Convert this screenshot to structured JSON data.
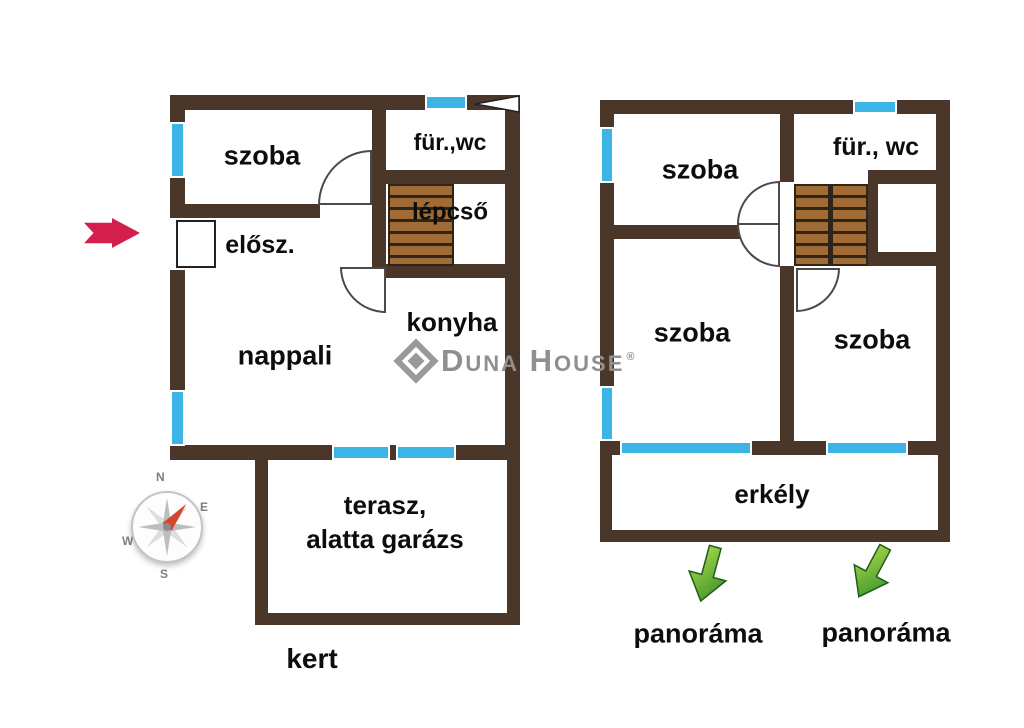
{
  "ground_floor": {
    "room_szoba": "szoba",
    "room_furdo_wc": "für.,wc",
    "room_lepcso": "lépcső",
    "room_eloszoba": "elősz.",
    "room_konyha": "konyha",
    "room_nappali": "nappali",
    "terasz_line1": "terasz,",
    "terasz_line2": "alatta garázs",
    "kert": "kert"
  },
  "upper_floor": {
    "room_szoba_top": "szoba",
    "room_furdo_wc": "für., wc",
    "room_szoba_left": "szoba",
    "room_szoba_right": "szoba",
    "room_erkely": "erkély",
    "panorama_left": "panoráma",
    "panorama_right": "panoráma"
  },
  "watermark": {
    "text": "Duna House",
    "registered": "®"
  },
  "compass": {
    "n": "N",
    "e": "E",
    "s": "S",
    "w": "W"
  },
  "colors": {
    "wall_brown": "#4a3729",
    "window_blue": "#3cb5e6",
    "stairs_wood": "#a06b34",
    "entry_arrow_red": "#d41f4c",
    "panorama_arrow_green": "#2e8c26",
    "watermark_gray": "#8f8f8f"
  }
}
